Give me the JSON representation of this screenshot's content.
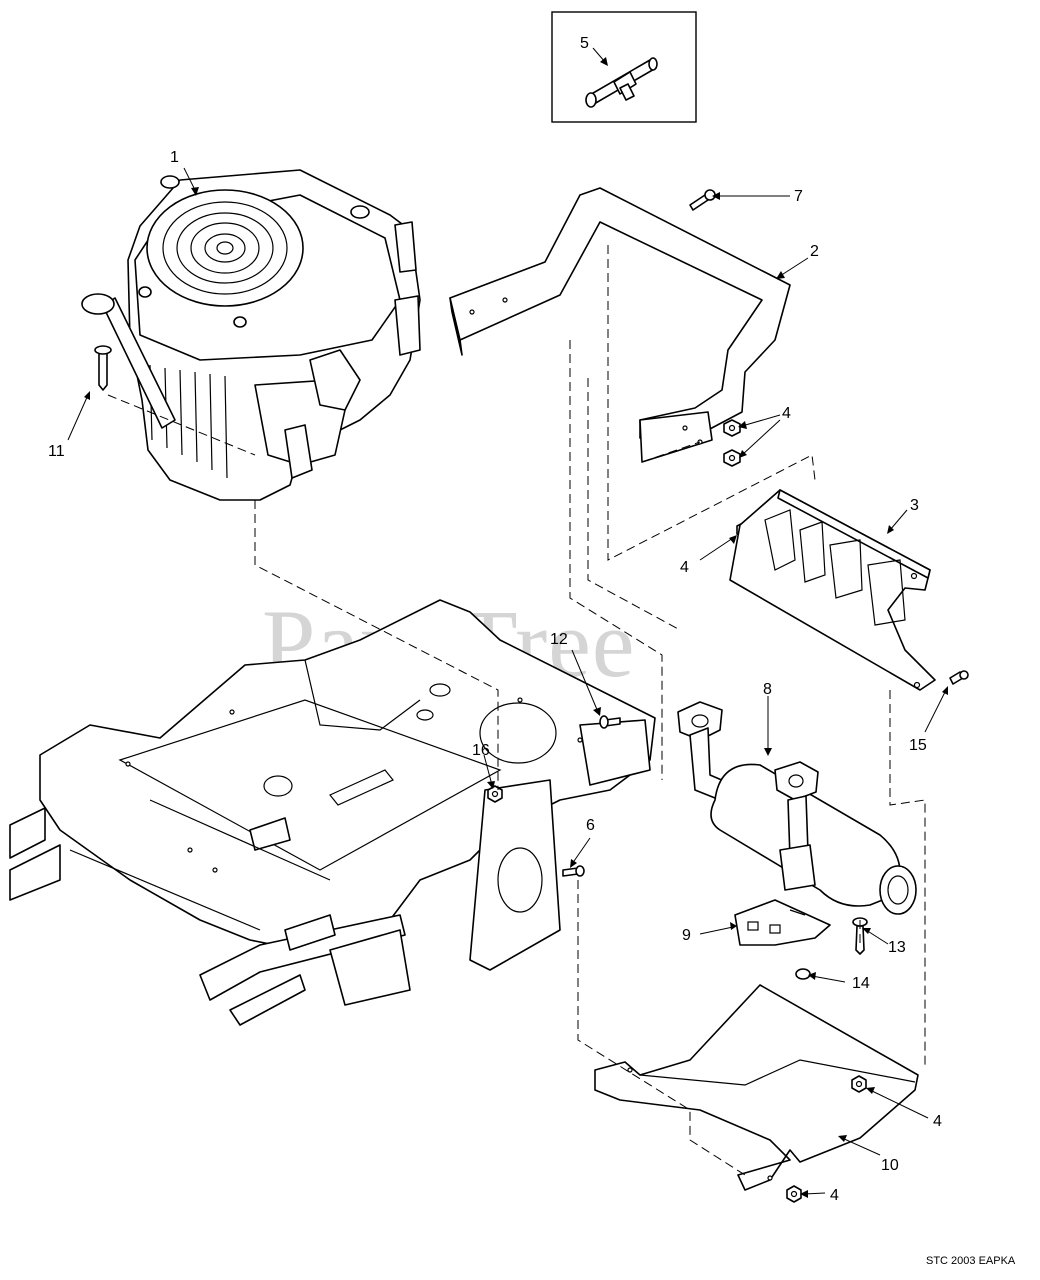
{
  "watermark": "PartsTree",
  "drawing_code": "STC 2003 EAPKA",
  "callouts": {
    "c1": "1",
    "c2": "2",
    "c3": "3",
    "c4a": "4",
    "c4b": "4",
    "c4c": "4",
    "c4d": "4",
    "c5": "5",
    "c6": "6",
    "c7": "7",
    "c8": "8",
    "c9": "9",
    "c10": "10",
    "c11": "11",
    "c12": "12",
    "c13": "13",
    "c14": "14",
    "c15": "15",
    "c16": "16"
  },
  "parts": {
    "engine": "engine",
    "muffler_guard": "muffler-guard",
    "cub_heat_shield": "heat-shield",
    "muffler": "muffler",
    "frame": "frame",
    "deflector": "deflector",
    "bracket": "muffler-bracket",
    "tee_fitting": "tee-fitting"
  }
}
